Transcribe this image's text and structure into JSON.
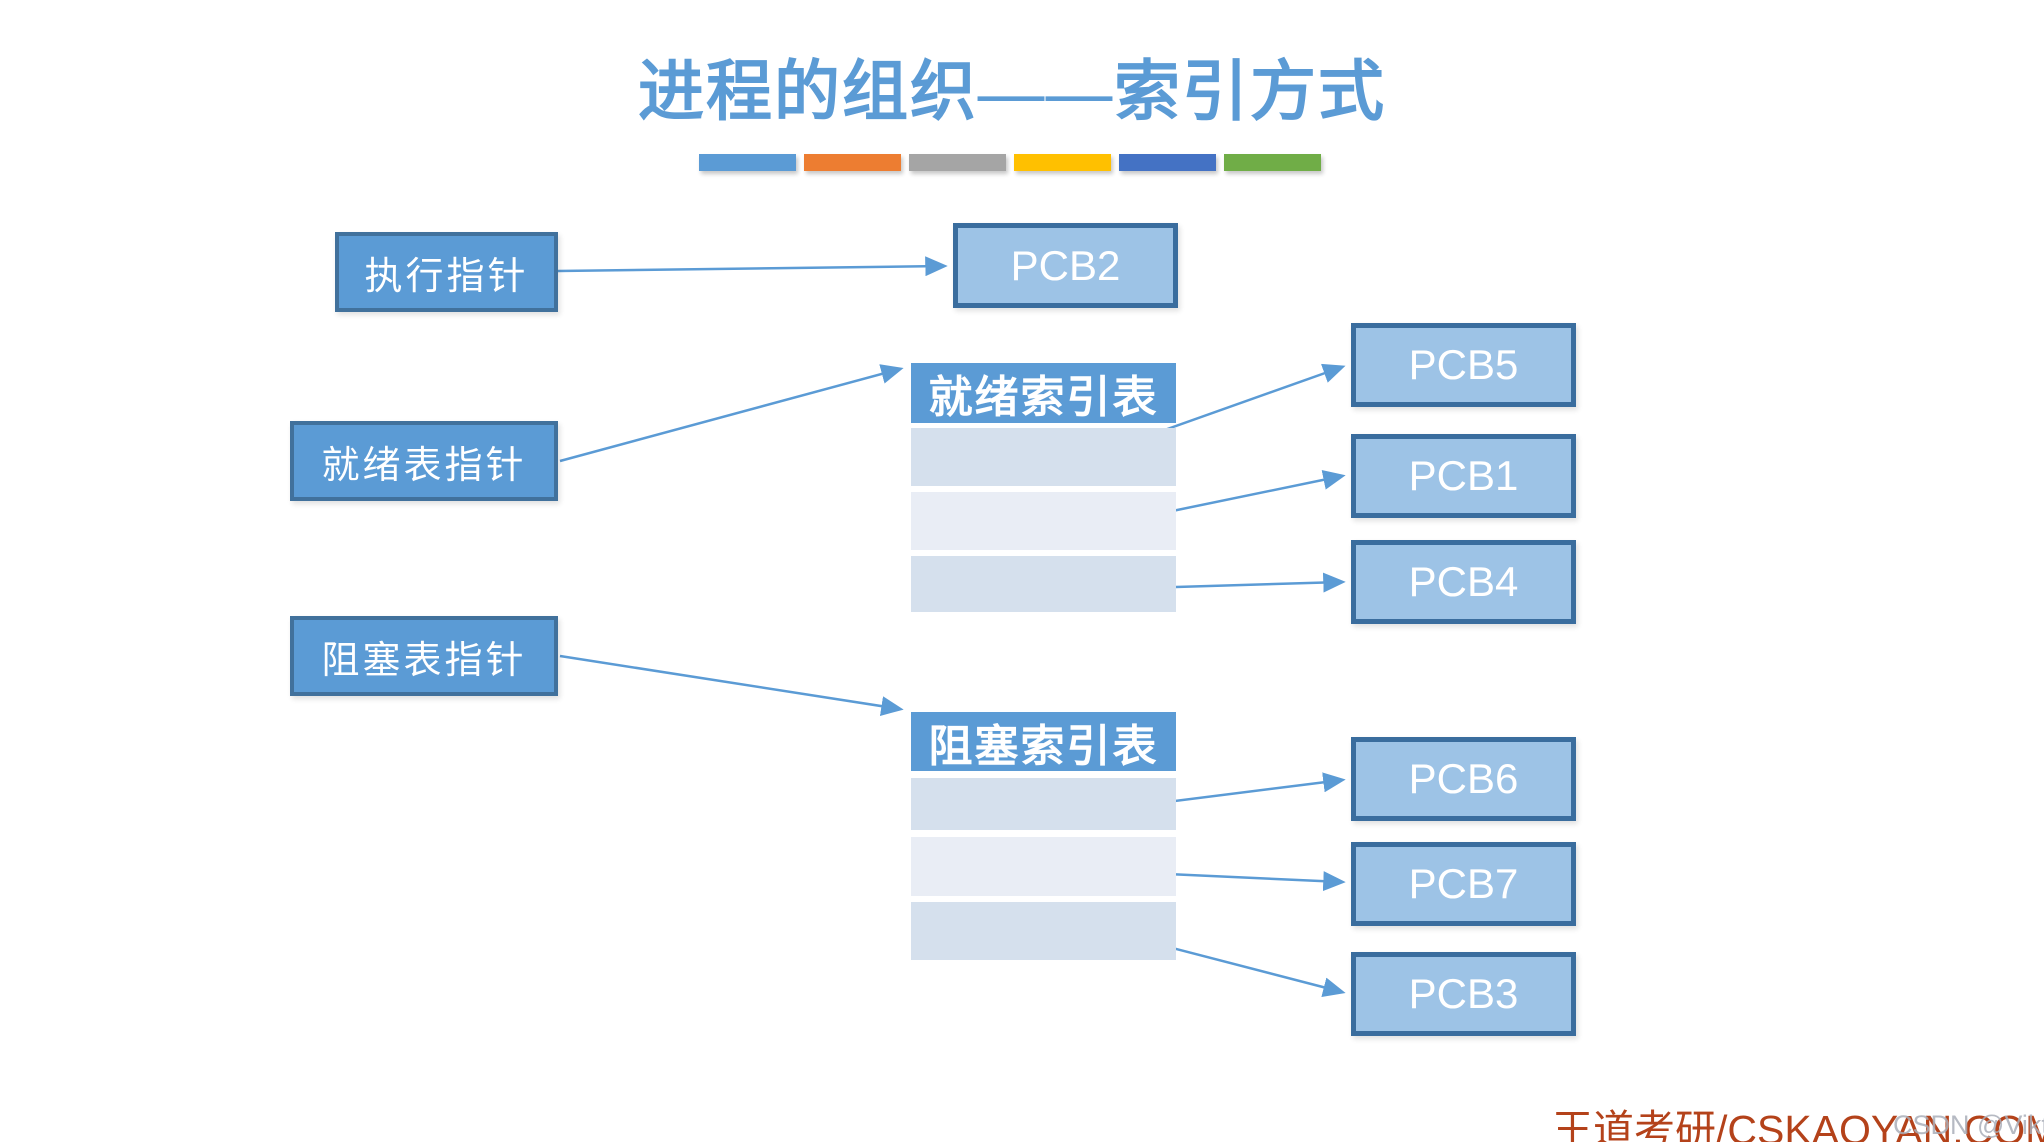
{
  "slide": {
    "title": "进程的组织——索引方式",
    "footer_brand": "王道考研/CSKAOYAN.COM",
    "watermark": "CSDN @Viktoriae"
  },
  "accent_bars": [
    "#5B9BD5",
    "#ED7D31",
    "#A5A5A5",
    "#FFC000",
    "#4472C4",
    "#70AD47"
  ],
  "pointers": {
    "exec_label": "执行指针",
    "ready_label": "就绪表指针",
    "blocked_label": "阻塞表指针"
  },
  "ready_index_table": {
    "header": "就绪索引表"
  },
  "blocked_index_table": {
    "header": "阻塞索引表"
  },
  "pcbs": {
    "running": "PCB2",
    "ready": [
      "PCB5",
      "PCB1",
      "PCB4"
    ],
    "blocked": [
      "PCB6",
      "PCB7",
      "PCB3"
    ]
  },
  "colors": {
    "title": "#5B9BD5",
    "pointer_box_fill": "#5B9BD5",
    "pointer_box_border": "#41719C",
    "pcb_box_fill": "#9DC3E6",
    "pcb_box_border": "#3A6D9E",
    "table_header_fill": "#5B9BD5",
    "table_row_fill_odd": "#D5E0ED",
    "table_row_fill_even": "#E9EDF5",
    "arrow": "#5B9BD5",
    "footer_brand_text": "#B4421A",
    "watermark_text": "#A9AEB8"
  }
}
